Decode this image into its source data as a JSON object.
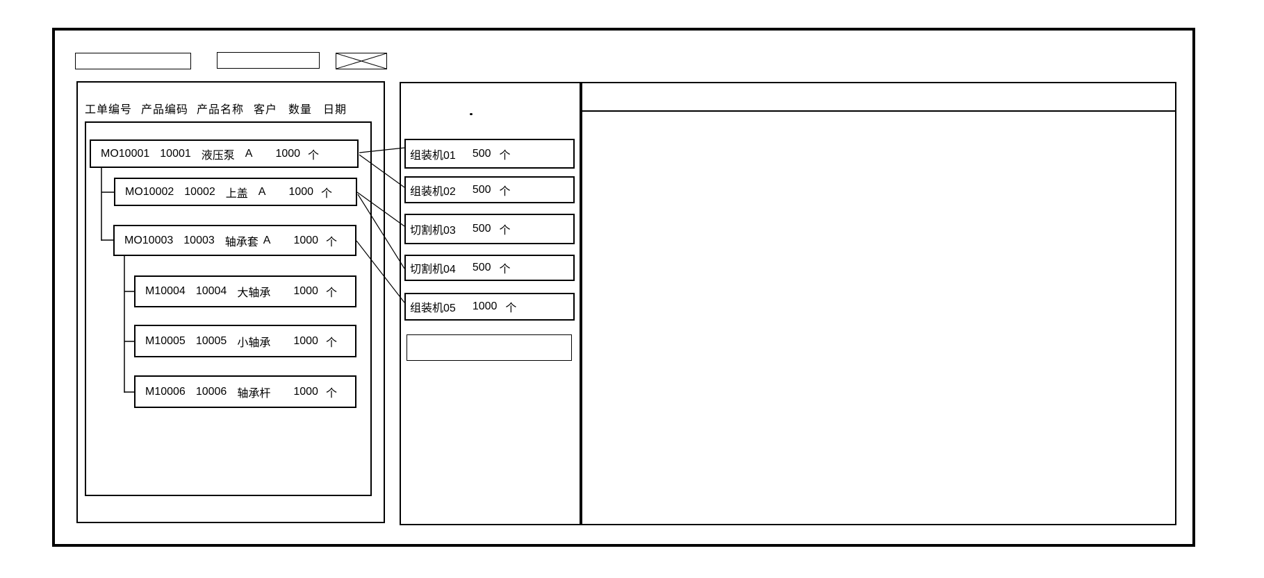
{
  "colors": {
    "line": "#000000",
    "background": "#ffffff"
  },
  "top_bar": {
    "input1": {
      "value": "",
      "placeholder": ""
    },
    "input2": {
      "value": "",
      "placeholder": ""
    },
    "image_placeholder": {
      "icon": "crossed-box-icon"
    }
  },
  "left_panel": {
    "columns": [
      "工单编号",
      "产品编码",
      "产品名称",
      "客户",
      "数量",
      "日期"
    ],
    "orders": [
      {
        "order_no": "MO10001",
        "product_code": "10001",
        "product_name": "液压泵",
        "customer": "A",
        "qty": "1000",
        "unit": "个"
      },
      {
        "order_no": "MO10002",
        "product_code": "10002",
        "product_name": "上盖",
        "customer": "A",
        "qty": "1000",
        "unit": "个"
      },
      {
        "order_no": "MO10003",
        "product_code": "10003",
        "product_name": "轴承套",
        "customer": "A",
        "qty": "1000",
        "unit": "个"
      },
      {
        "order_no": "M10004",
        "product_code": "10004",
        "product_name": "大轴承",
        "qty": "1000",
        "unit": "个"
      },
      {
        "order_no": "M10005",
        "product_code": "10005",
        "product_name": "小轴承",
        "qty": "1000",
        "unit": "个"
      },
      {
        "order_no": "M10006",
        "product_code": "10006",
        "product_name": "轴承杆",
        "qty": "1000",
        "unit": "个"
      }
    ]
  },
  "middle_panel": {
    "machines": [
      {
        "label": "组装机01",
        "qty": "500",
        "unit": "个"
      },
      {
        "label": "组装机02",
        "qty": "500",
        "unit": "个"
      },
      {
        "label": "切割机03",
        "qty": "500",
        "unit": "个"
      },
      {
        "label": "切割机04",
        "qty": "500",
        "unit": "个"
      },
      {
        "label": "组装机05",
        "qty": "1000",
        "unit": "个"
      }
    ],
    "empty_slot": {
      "value": ""
    }
  },
  "right_panel": {
    "content": ""
  },
  "connections": [
    {
      "from": "MO10001",
      "to": "组装机01"
    },
    {
      "from": "MO10001",
      "to": "组装机02"
    },
    {
      "from": "MO10002",
      "to": "切割机03"
    },
    {
      "from": "MO10002",
      "to": "切割机04"
    },
    {
      "from": "MO10003",
      "to": "组装机05"
    }
  ]
}
